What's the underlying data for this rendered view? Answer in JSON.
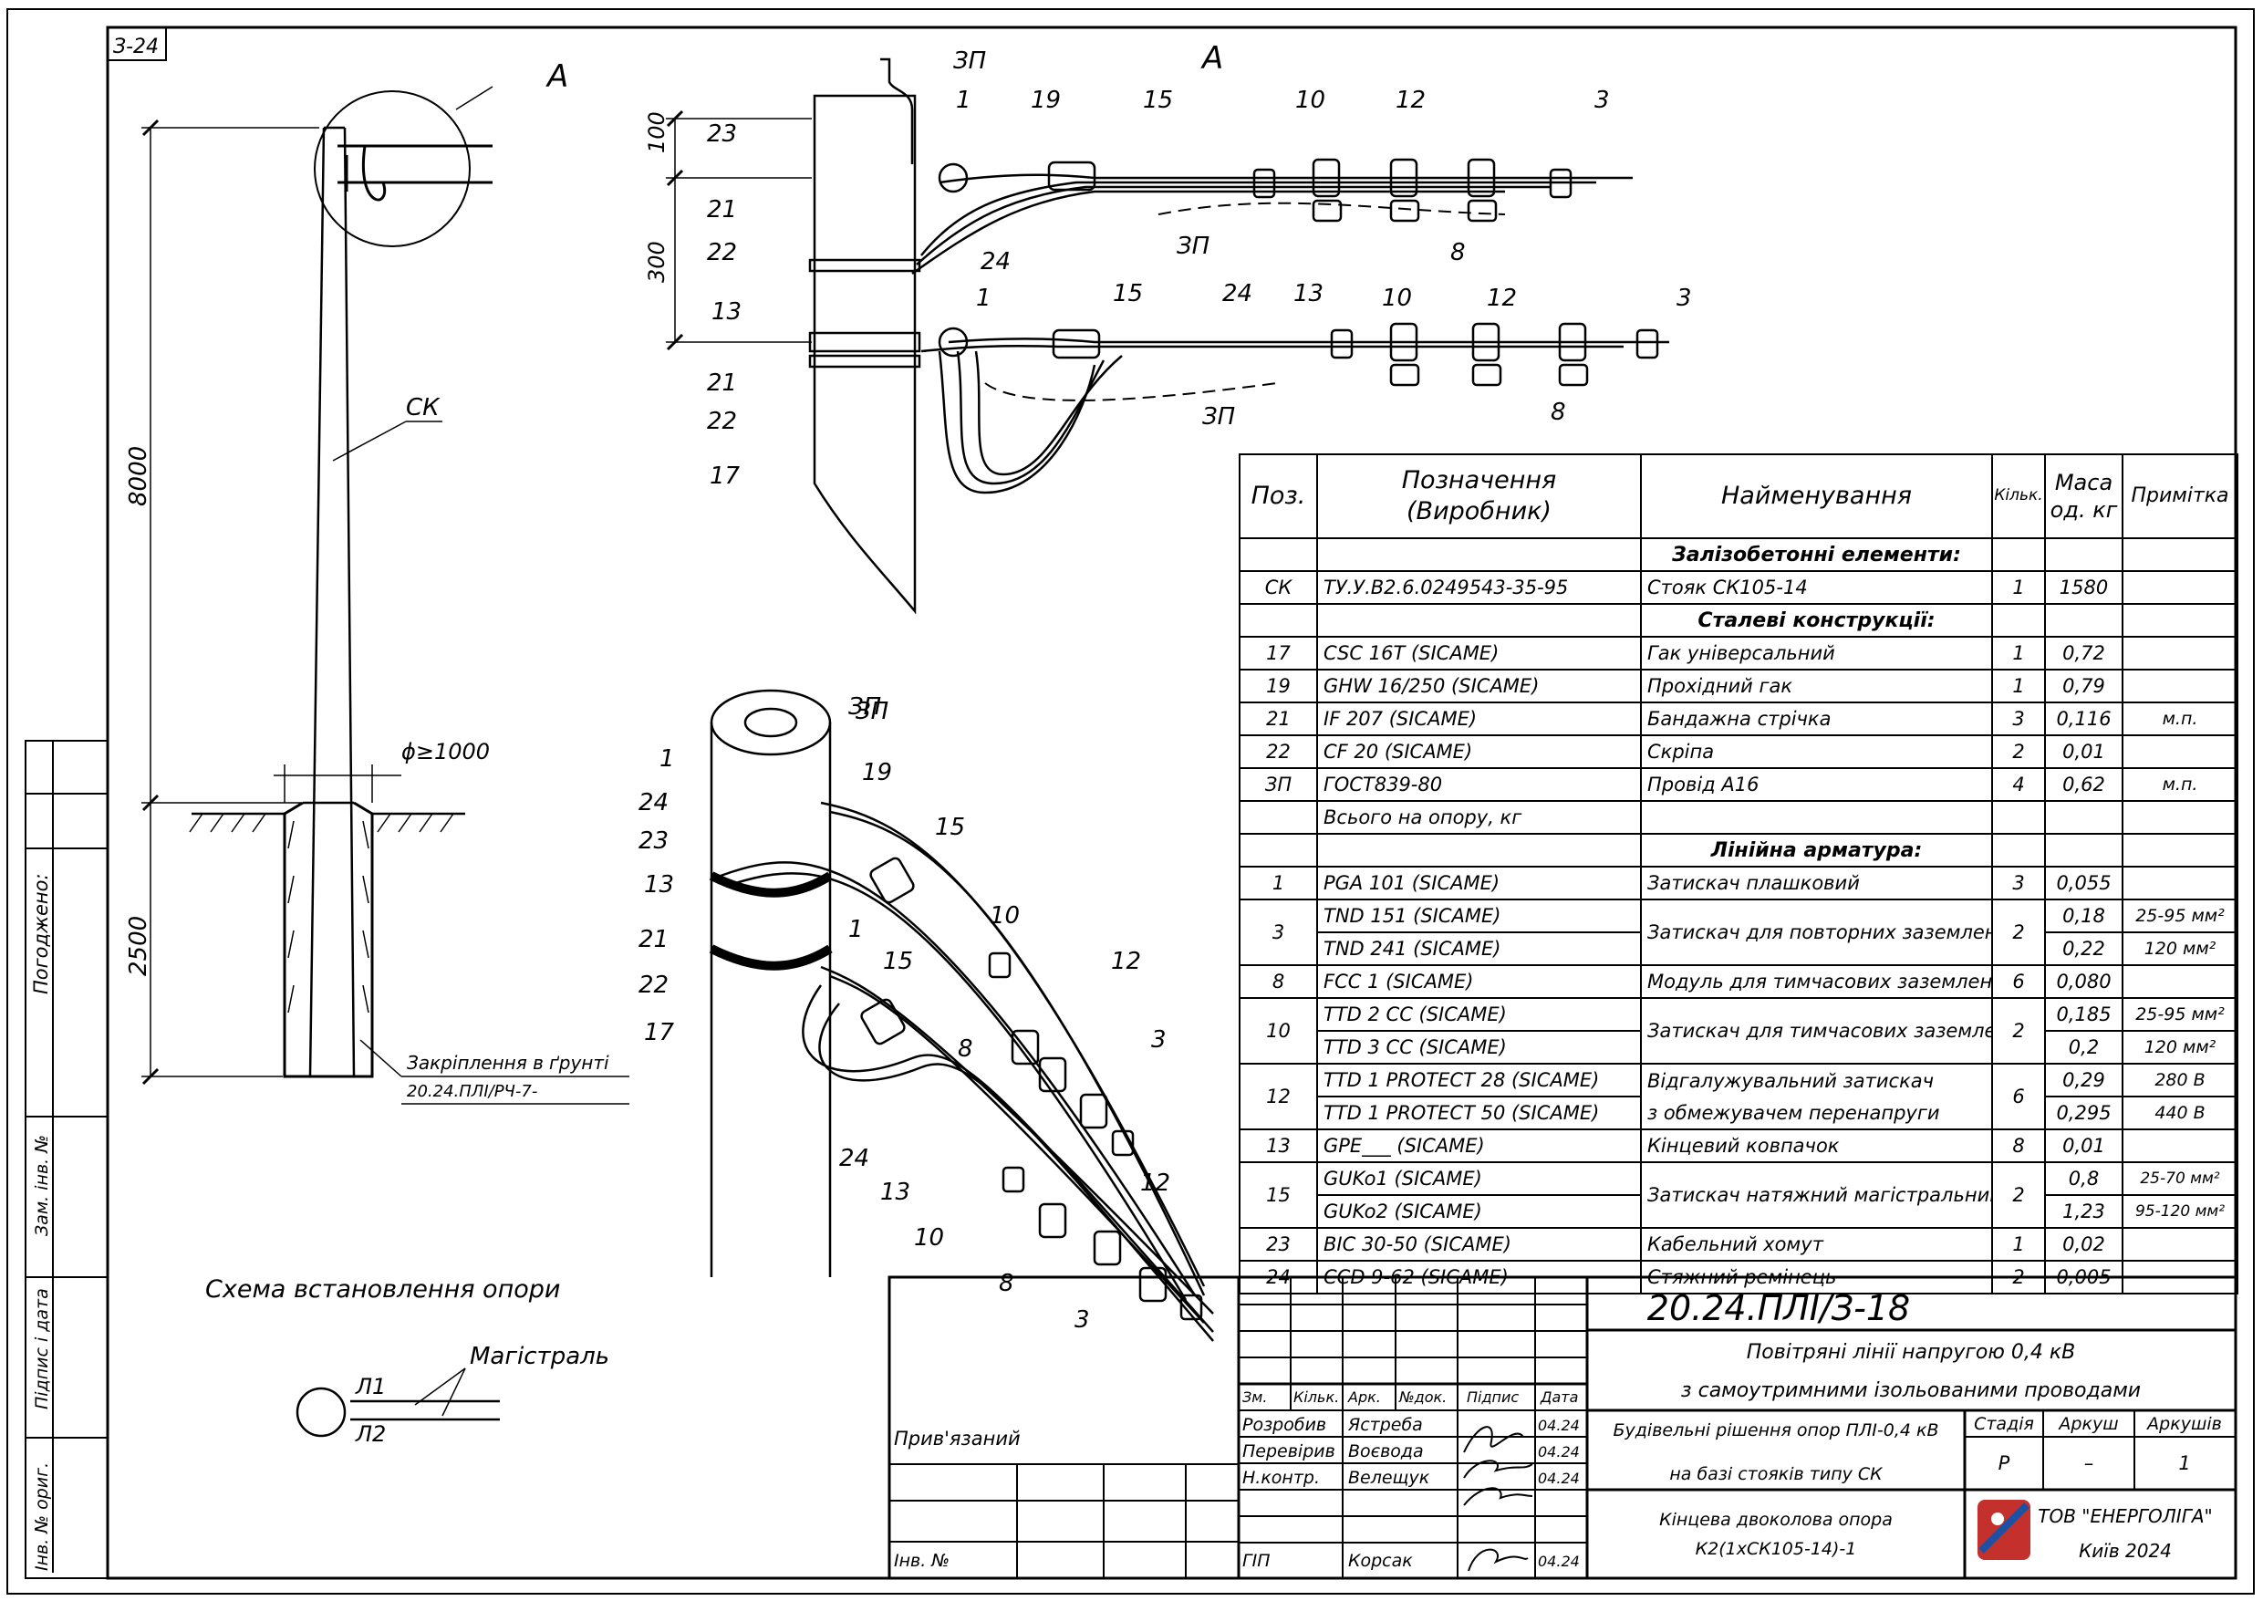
{
  "sheet_tag": "З-24",
  "drawing": {
    "view_a_label": "А",
    "pole_label": "СК",
    "dims": {
      "top": "100",
      "mid": "300",
      "height": "8000",
      "ground": "2500"
    },
    "diameter": "ϕ≥1000",
    "fixing_label": "Закріплення в ґрунті",
    "fixing_ref": "20.24.ПЛІ/РЧ-7-",
    "scheme_caption": "Схема встановлення опори",
    "trunk_label": "Магістраль",
    "l1": "Л1",
    "l2": "Л2",
    "ground_wire": "ЗП",
    "callouts": [
      "1",
      "3",
      "8",
      "10",
      "12",
      "13",
      "15",
      "17",
      "19",
      "21",
      "22",
      "23",
      "24"
    ]
  },
  "side_stamps": {
    "agreed": "Погоджено:",
    "replaced_inv": "Зам. інв. №",
    "sign_date": "Підпис і дата",
    "inv_orig": "Інв. № ориг."
  },
  "spec_table": {
    "headers": {
      "pos": "Поз.",
      "designation": "Позначення (Виробник)",
      "name": "Найменування",
      "qty": "Кільк.",
      "mass": "Маса од. кг",
      "note": "Примітка"
    },
    "rows": [
      {
        "section": "Залізобетонні елементи:"
      },
      {
        "pos": "СК",
        "designation": "ТУ.У.В2.6.0249543-35-95",
        "name": "Стояк СК105-14",
        "qty": "1",
        "mass": "1580",
        "note": ""
      },
      {
        "section": "Сталеві конструкції:"
      },
      {
        "pos": "17",
        "designation": "CSC 16T   (SICAME)",
        "name": "Гак універсальний",
        "qty": "1",
        "mass": "0,72",
        "note": ""
      },
      {
        "pos": "19",
        "designation": "GHW 16/250   (SICAME)",
        "name": "Прохідний гак",
        "qty": "1",
        "mass": "0,79",
        "note": ""
      },
      {
        "pos": "21",
        "designation": "IF 207   (SICAME)",
        "name": "Бандажна стрічка",
        "qty": "3",
        "mass": "0,116",
        "note": "м.п."
      },
      {
        "pos": "22",
        "designation": "CF 20   (SICAME)",
        "name": "Скріпа",
        "qty": "2",
        "mass": "0,01",
        "note": ""
      },
      {
        "pos": "ЗП",
        "designation": "ГОСТ839-80",
        "name": "Провід А16",
        "qty": "4",
        "mass": "0,62",
        "note": "м.п."
      },
      {
        "pos": "",
        "designation": "Всього на опору, кг",
        "name": "",
        "qty": "",
        "mass": "",
        "note": ""
      },
      {
        "section": "Лінійна арматура:"
      },
      {
        "pos": "1",
        "designation": "PGA 101   (SICAME)",
        "name": "Затискач плашковий",
        "qty": "3",
        "mass": "0,055",
        "note": ""
      }
    ],
    "merged_rows": [
      {
        "pos": "3",
        "designations": [
          "TND 151   (SICAME)",
          "TND 241   (SICAME)"
        ],
        "name": "Затискач для повторних заземлень",
        "qty": "2",
        "masses": [
          "0,18",
          "0,22"
        ],
        "notes": [
          "25-95 мм²",
          "120 мм²"
        ]
      },
      {
        "pos": "8",
        "designations": [
          "FCC 1   (SICAME)"
        ],
        "name": "Модуль для тимчасових заземлень",
        "qty": "6",
        "masses": [
          "0,080"
        ],
        "notes": [
          ""
        ]
      },
      {
        "pos": "10",
        "designations": [
          "TTD 2 CC   (SICAME)",
          "TTD 3 CC   (SICAME)"
        ],
        "name": "Затискач для тимчасових заземлень",
        "qty": "2",
        "masses": [
          "0,185",
          "0,2"
        ],
        "notes": [
          "25-95 мм²",
          "120 мм²"
        ]
      },
      {
        "pos": "12",
        "designations": [
          "TTD 1 PROTECT 28   (SICAME)",
          "TTD 1 PROTECT 50   (SICAME)"
        ],
        "name": "Відгалужувальний затискач з обмежувачем перенапруги",
        "name_lines": [
          "Відгалужувальний затискач",
          "з обмежувачем перенапруги"
        ],
        "qty": "6",
        "masses": [
          "0,29",
          "0,295"
        ],
        "notes": [
          "280 В",
          "440 В"
        ]
      },
      {
        "pos": "13",
        "designations": [
          "GPE___   (SICAME)"
        ],
        "name": "Кінцевий ковпачок",
        "qty": "8",
        "masses": [
          "0,01"
        ],
        "notes": [
          ""
        ]
      },
      {
        "pos": "15",
        "designations": [
          "GUKo1   (SICAME)",
          "GUKo2   (SICAME)"
        ],
        "name": "Затискач натяжний магістральний",
        "qty": "2",
        "masses": [
          "0,8",
          "1,23"
        ],
        "notes": [
          "25-70 мм²",
          "95-120 мм²"
        ]
      },
      {
        "pos": "23",
        "designations": [
          "BIC 30-50   (SICAME)"
        ],
        "name": "Кабельний хомут",
        "qty": "1",
        "masses": [
          "0,02"
        ],
        "notes": [
          ""
        ]
      },
      {
        "pos": "24",
        "designations": [
          "CCD 9-62   (SICAME)"
        ],
        "name": "Стяжний ремінець",
        "qty": "2",
        "masses": [
          "0,005"
        ],
        "notes": [
          ""
        ]
      }
    ]
  },
  "title_block": {
    "code": "20.24.ПЛІ/З-18",
    "line1": "Повітряні лінії напругою 0,4 кВ",
    "line2": "з самоутримними ізольованими проводами",
    "design1": "Будівельні рішення опор ПЛІ-0,4 кВ",
    "design2": "на базі стояків типу СК",
    "sheet_name1": "Кінцева двоколова опора",
    "sheet_name2": "К2(1хСК105-14)-1",
    "stage_label": "Стадія",
    "sheet_label": "Аркуш",
    "sheets_label": "Аркушів",
    "stage": "Р",
    "sheet": "–",
    "sheets": "1",
    "company": "ТОВ \"ЕНЕРГОЛІГА\"",
    "city_year": "Київ 2024",
    "bound": "Прив'язаний",
    "inv_no": "Інв. №",
    "cols": [
      "Зм.",
      "Кільк.",
      "Арк.",
      "№док.",
      "Підпис",
      "Дата"
    ],
    "people": [
      {
        "role": "Розробив",
        "name": "Ястреба",
        "date": "04.24"
      },
      {
        "role": "Перевірив",
        "name": "Воєвода",
        "date": "04.24"
      },
      {
        "role": "Н.контр.",
        "name": "Велещук",
        "date": "04.24"
      },
      {
        "role": "ГІП",
        "name": "Корсак",
        "date": "04.24"
      }
    ]
  }
}
